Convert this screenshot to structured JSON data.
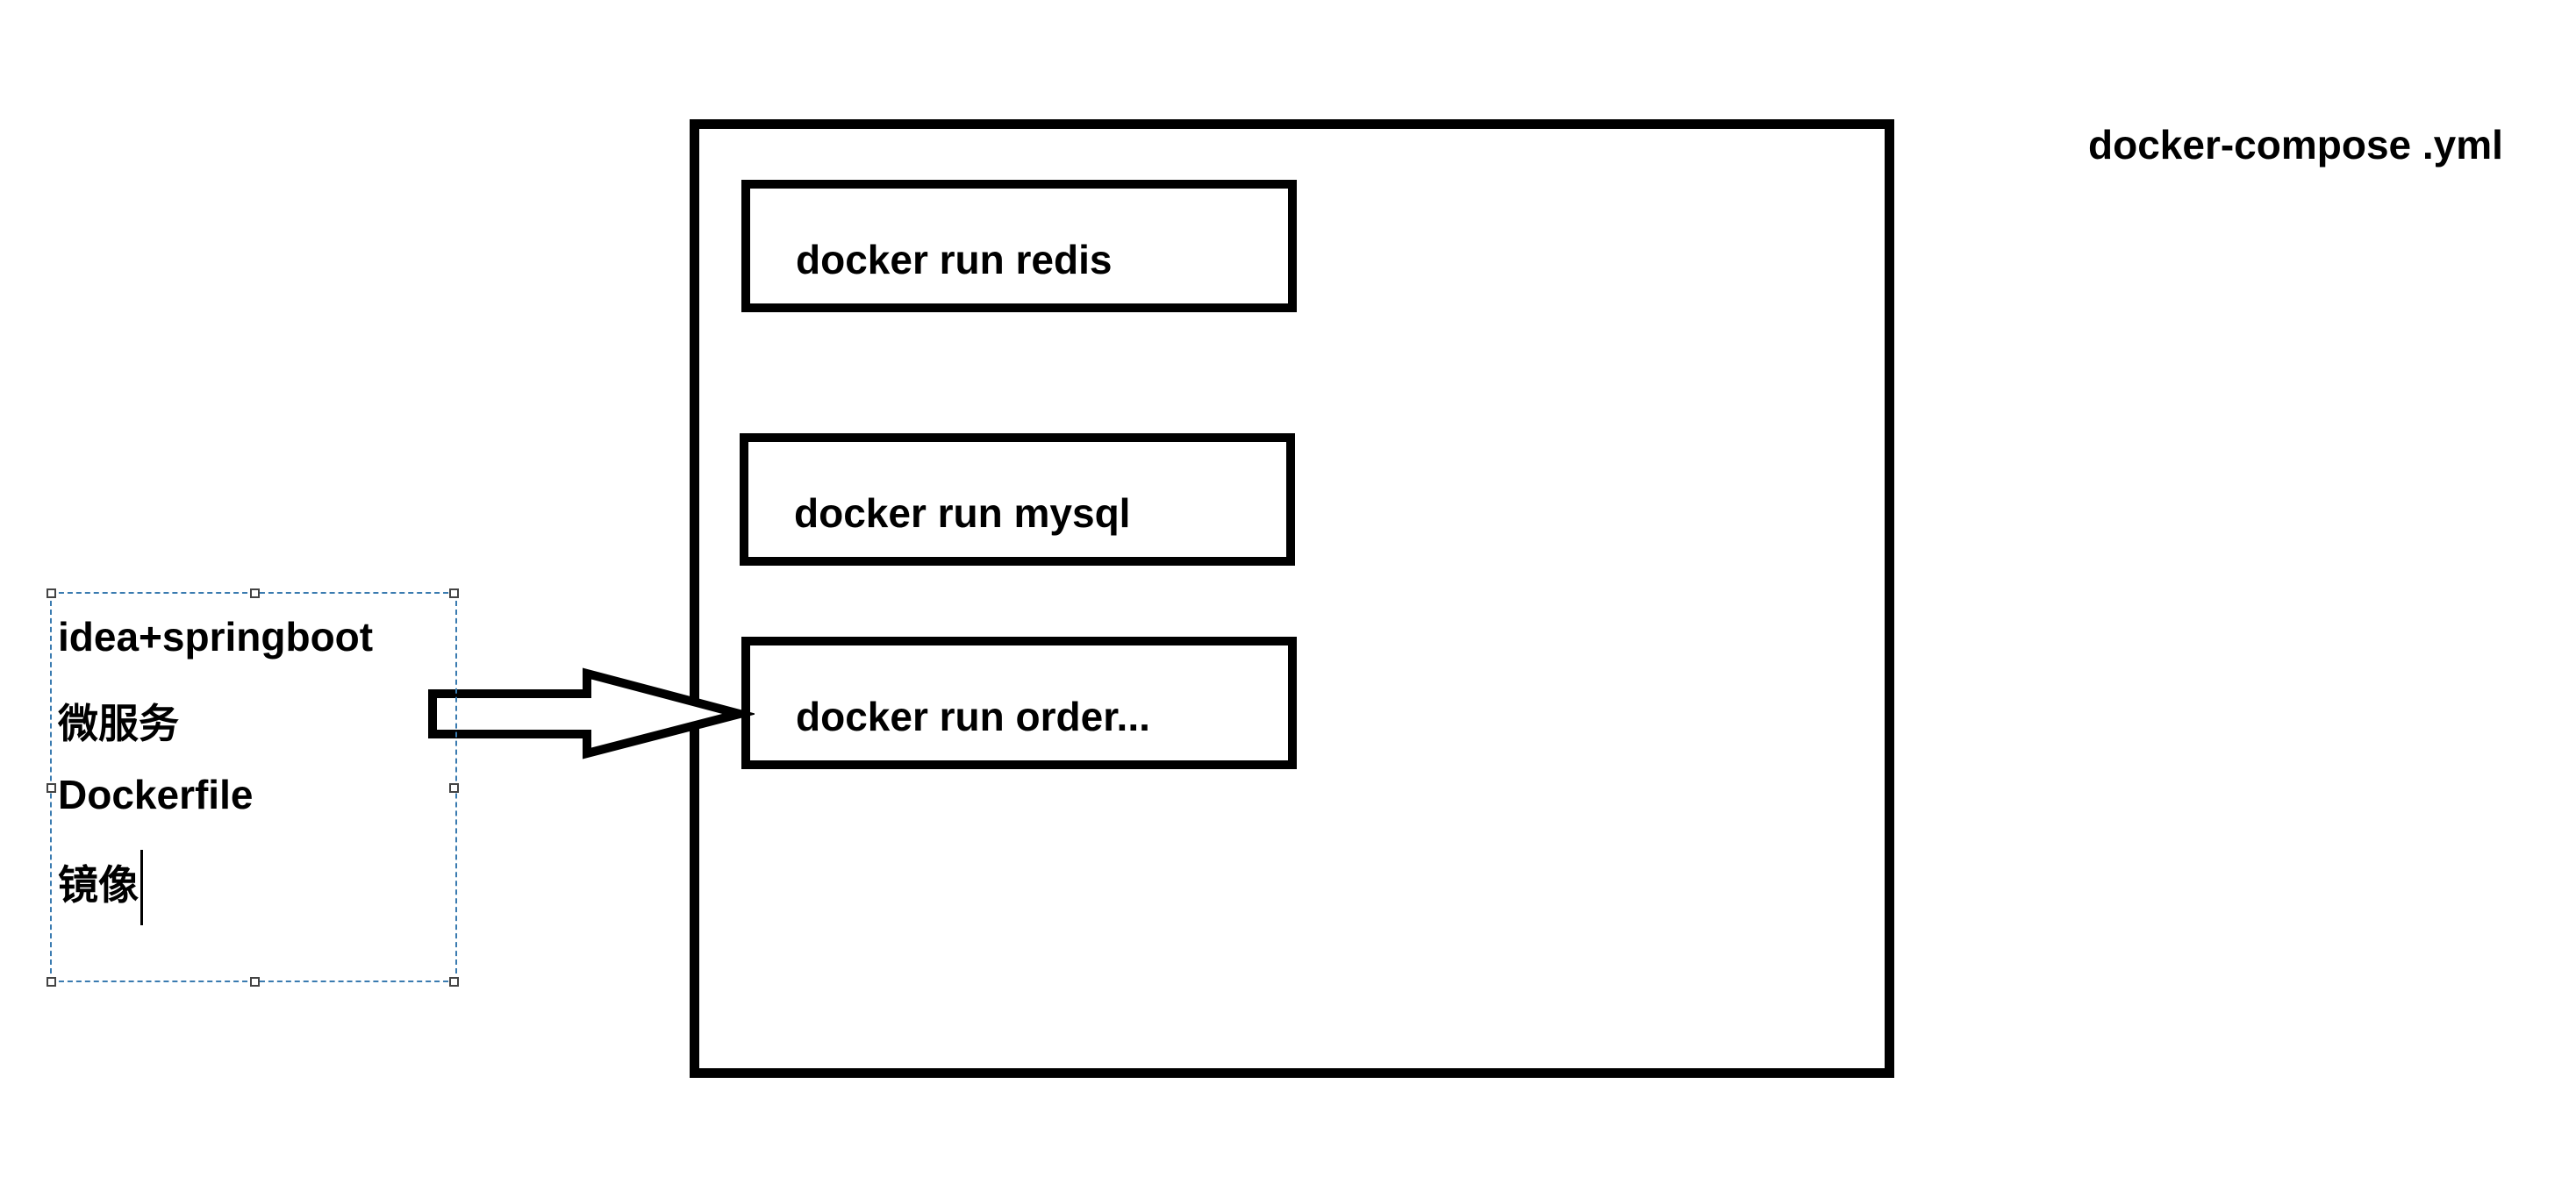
{
  "diagram": {
    "compose_label": "docker-compose .yml",
    "commands": [
      "docker run redis",
      "docker run  mysql",
      "docker run  order..."
    ],
    "text_box": {
      "lines": [
        "idea+springboot",
        "微服务",
        "Dockerfile",
        "镜像"
      ]
    }
  }
}
